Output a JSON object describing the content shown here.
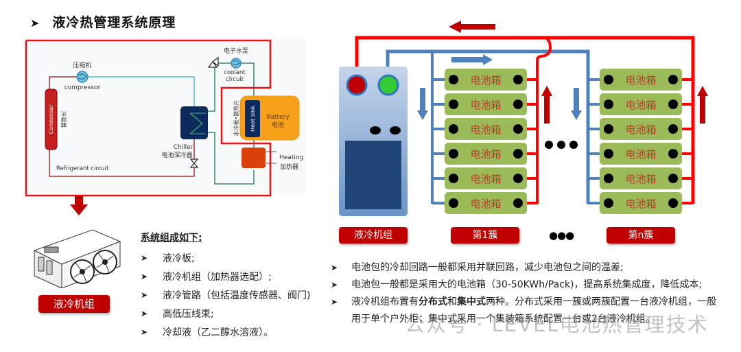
{
  "title": "液冷热管理系统原理",
  "schematic": {
    "compressor_cn": "压缩机",
    "compressor_en": "compressor",
    "condenser_en": "Condenser",
    "condenser_cn": "冷凝器",
    "chiller_en": "Chiller",
    "chiller_cn": "电池深冷器",
    "refrigerant_circuit": "Refrigerant circuit",
    "pump_cn": "电子水泵",
    "coolant_circuit_1": "coolant",
    "coolant_circuit_2": "circuit",
    "cold_plate_cn": "水冷板•散热片",
    "heat_sink": "Heat sink",
    "battery_en": "Battery",
    "battery_cn": "电池",
    "heating_en": "Heating",
    "heating_cn": "加热器"
  },
  "unit_label": "液冷机组",
  "components": {
    "heading": "系统组成如下:",
    "items": [
      "液冷板;",
      "液冷机组（加热器选配）;",
      "液冷管路（包括温度传感器、阀门)",
      "高低压线束;",
      "冷却液（乙二醇水溶液）。"
    ]
  },
  "topology": {
    "unit_label": "液冷机组",
    "battery_box_label": "电池箱",
    "boxes_per_cluster": 6,
    "cluster_first": "第1簇",
    "cluster_last": "第n簇",
    "ellipsis": "●●●",
    "colors": {
      "hot": "#ff0000",
      "cold": "#4f81bd",
      "arrow_hot": "#c00000",
      "box": "#9bbb59",
      "inlet": "#c00000",
      "outlet": "#33cc33"
    }
  },
  "notes": [
    {
      "parts": [
        {
          "text": "电池包的冷却回路一般都采用并联回路，减少电池包之间的温差;",
          "bold": false
        }
      ]
    },
    {
      "parts": [
        {
          "text": "电池包一般都是采用大的电池箱（30-50KWh/Pack)，提高系统集成度，降低成本;",
          "bold": false
        }
      ]
    },
    {
      "parts": [
        {
          "text": "液冷机组布置有",
          "bold": false
        },
        {
          "text": "分布式",
          "bold": true
        },
        {
          "text": "和",
          "bold": false
        },
        {
          "text": "集中式",
          "bold": true
        },
        {
          "text": "两种。分布式采用一簇或两簇配置一台液冷机组，一般用于单个户外柜；集中式采用一个集装箱系统配置一台或2台液冷机组。",
          "bold": false
        }
      ]
    }
  ],
  "watermark": "公众号 · LEVEL电池热管理技术"
}
